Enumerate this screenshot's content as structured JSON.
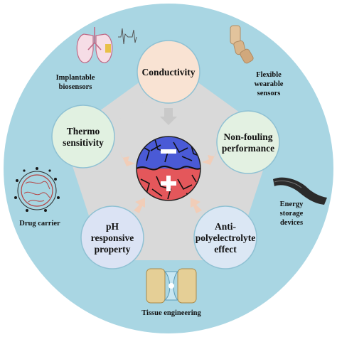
{
  "diagram": {
    "properties": [
      {
        "id": "conductivity",
        "lines": [
          "Conductivity"
        ],
        "fill": "#f9e3d3"
      },
      {
        "id": "non-fouling",
        "lines": [
          "Non-fouling",
          "performance"
        ],
        "fill": "#e3f1e2"
      },
      {
        "id": "anti-polyelectrolyte",
        "lines": [
          "Anti-",
          "polyelectrolyte",
          "effect"
        ],
        "fill": "#dbe7f4"
      },
      {
        "id": "ph-responsive",
        "lines": [
          "pH",
          "responsive",
          "property"
        ],
        "fill": "#dbe3f4"
      },
      {
        "id": "thermo-sensitivity",
        "lines": [
          "Thermo",
          "sensitivity"
        ],
        "fill": "#e1f1e1"
      }
    ],
    "applications": [
      {
        "id": "implantable-biosensors",
        "lines": [
          "Implantable",
          "biosensors"
        ],
        "icon": "lungs-sensor-icon"
      },
      {
        "id": "flexible-wearable-sensors",
        "lines": [
          "Flexible",
          "wearable",
          "sensors"
        ],
        "icon": "robotic-finger-icon"
      },
      {
        "id": "energy-storage-devices",
        "lines": [
          "Energy",
          "storage",
          "devices"
        ],
        "icon": "flexible-battery-icon"
      },
      {
        "id": "tissue-engineering",
        "lines": [
          "Tissue engineering"
        ],
        "icon": "bone-joint-icon"
      },
      {
        "id": "drug-carrier",
        "lines": [
          "Drug carrier"
        ],
        "icon": "drug-carrier-sphere-icon"
      }
    ],
    "colors": {
      "outer_ring": "#a9d6e3",
      "inner_pentagon": "#d9d9d9",
      "circle_border": "#8fc1d3",
      "arrow": "#f1cdb8",
      "arrow_conductivity": "#c9c9c9",
      "center_top": "#4a5ad6",
      "center_bottom": "#e4575b"
    },
    "center_icons": [
      "minus-sign-icon",
      "plus-sign-icon"
    ]
  }
}
